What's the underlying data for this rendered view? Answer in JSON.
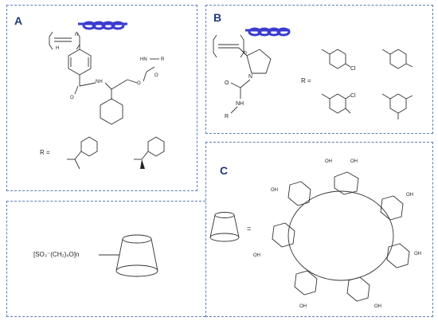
{
  "panels": [
    {
      "id": "A",
      "label": "A"
    },
    {
      "id": "B",
      "label": "B"
    },
    {
      "id": "C",
      "label": "C"
    }
  ],
  "labels": {
    "a_n": "n",
    "a_h": "H",
    "a_nh1": "HN",
    "a_r1": "R",
    "a_o1": "O",
    "a_o2": "O",
    "a_o3": "O",
    "a_nh2": "NH",
    "a_r_eq": "R =",
    "b_n": "n",
    "b_N": "N",
    "b_o": "O",
    "b_nh": "NH",
    "b_r1": "R",
    "b_r_eq": "R =",
    "b_cl1": "Cl",
    "b_cl2": "Cl",
    "c_formula": "[SO₃⁻(CH₂)₄O]n",
    "c_eq": "=",
    "c_oh": "OH"
  },
  "colors": {
    "border": "#5b7fb5",
    "label": "#1f3a7a",
    "helix": "#3b3bd1"
  }
}
